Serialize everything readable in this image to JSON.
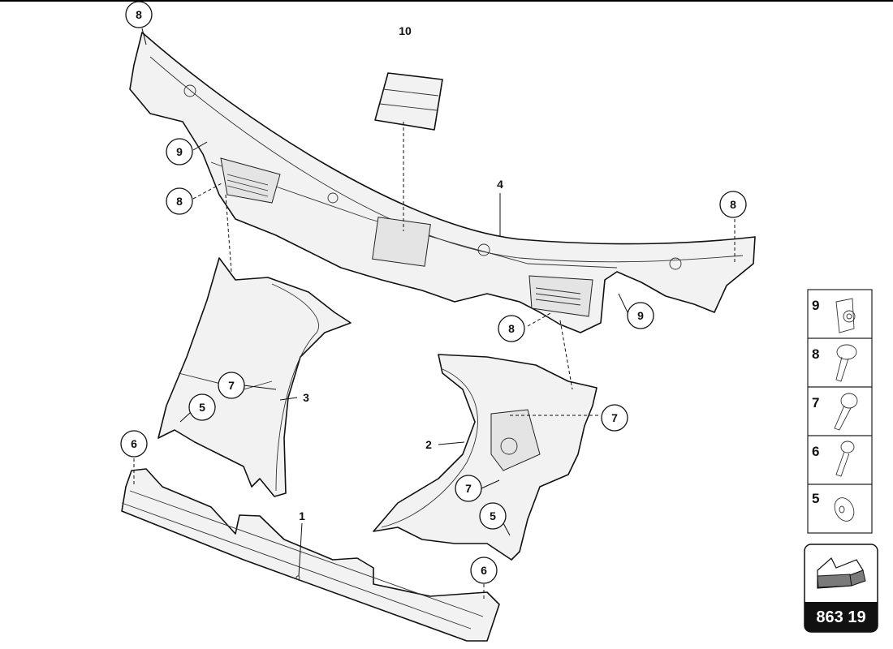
{
  "diagram": {
    "callouts": {
      "c8a": "8",
      "c10": "10",
      "c9a": "9",
      "c8b": "8",
      "c4": "4",
      "c8c": "8",
      "c9b": "9",
      "c8d": "8",
      "c7a": "7",
      "c3": "3",
      "c5a": "5",
      "c7b": "7",
      "c6a": "6",
      "c2": "2",
      "c7c": "7",
      "c5b": "5",
      "c1": "1",
      "c6b": "6"
    },
    "legend": [
      {
        "number": "9",
        "icon": "clip-nut-icon"
      },
      {
        "number": "8",
        "icon": "flange-screw-icon"
      },
      {
        "number": "7",
        "icon": "torx-screw-icon"
      },
      {
        "number": "6",
        "icon": "torx-screw-small-icon"
      },
      {
        "number": "5",
        "icon": "washer-icon"
      }
    ],
    "badge": {
      "code": "863 19",
      "icon": "orientation-arrow-icon",
      "arrow_color": "#7a7a7a"
    }
  }
}
